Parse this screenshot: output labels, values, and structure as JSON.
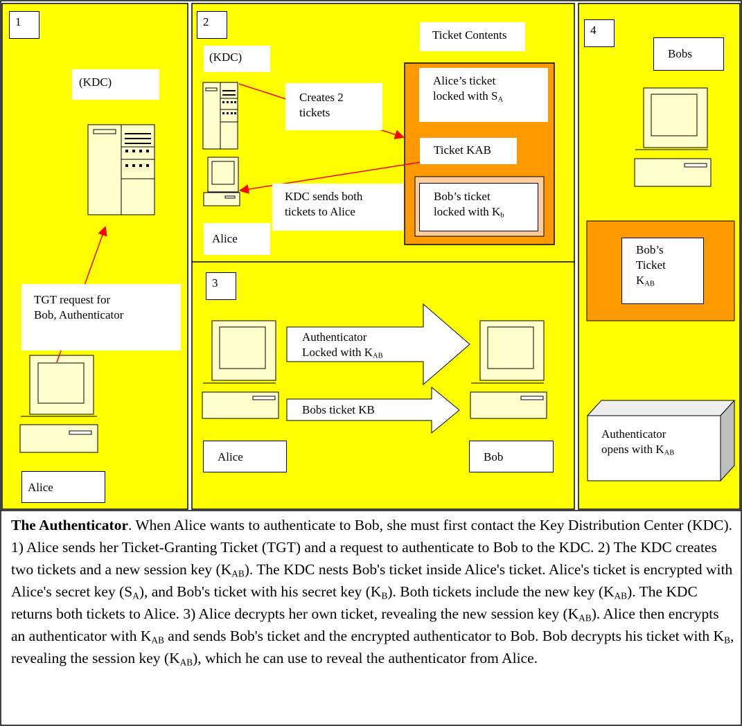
{
  "colors": {
    "panel": "#ffff00",
    "ticket": "#ff9900",
    "inner_ticket": "#ffcc99",
    "line": "#ff0000"
  },
  "panel1": {
    "number": "1",
    "kdc_label": "(KDC)",
    "request_line1": "TGT request for",
    "request_line2": "Bob, Authenticator",
    "client_label": "Alice"
  },
  "panel2": {
    "number": "2",
    "kdc_label": "(KDC)",
    "ticket_contents": "Ticket Contents",
    "creates_line1": "Creates 2",
    "creates_line2": "tickets",
    "alice_ticket_line1": "Alice’s ticket",
    "alice_ticket_line2": "locked with S",
    "alice_ticket_sub": "A",
    "ticket_kab": "Ticket KAB",
    "sends_line1": "KDC sends both",
    "sends_line2": "tickets to Alice",
    "bob_ticket_line1": "Bob’s ticket",
    "bob_ticket_line2": "locked with K",
    "bob_ticket_sub": "b",
    "client_label": "Alice"
  },
  "panel3": {
    "number": "3",
    "auth_line1": "Authenticator",
    "auth_line2": "Locked with K",
    "auth_sub": "AB",
    "bobs_ticket": "Bobs ticket KB",
    "alice_label": "Alice",
    "bob_label": "Bob"
  },
  "panel4": {
    "number": "4",
    "server_label": "Bobs",
    "ticket_line1": "Bob’s",
    "ticket_line2": "Ticket",
    "ticket_line3": "K",
    "ticket_sub": "AB",
    "opens_line1": "Authenticator",
    "opens_line2": "opens with K",
    "opens_sub": "AB"
  },
  "caption": {
    "bold": "The Authenticator",
    "t1": ". When Alice wants to authenticate to Bob, she must first contact the Key Distribution Center (KDC). 1) Alice sends her Ticket-Granting Ticket (TGT) and a request to authenticate to Bob to the KDC. 2) The KDC creates two tickets and a new session key (K",
    "s1": "AB",
    "t2": "). The KDC nests Bob's ticket inside Alice's ticket. Alice's ticket is encrypted with Alice's secret key (S",
    "s2": "A",
    "t3": "), and Bob's ticket with his secret key (K",
    "s3": "B",
    "t4": "). Both tickets include the new key (K",
    "s4": "AB",
    "t5": "). The KDC returns both tickets to Alice. 3) Alice decrypts her own ticket, revealing the new session key (K",
    "s5": "AB",
    "t6": "). Alice then encrypts an authenticator with K",
    "s6": "AB",
    "t7": " and sends Bob's ticket and the encrypted authenticator to Bob. Bob decrypts his ticket with K",
    "s7": "B",
    "t8": ", revealing the session key (K",
    "s8": "AB",
    "t9": "), which he can use to reveal the authenticator from Alice."
  }
}
